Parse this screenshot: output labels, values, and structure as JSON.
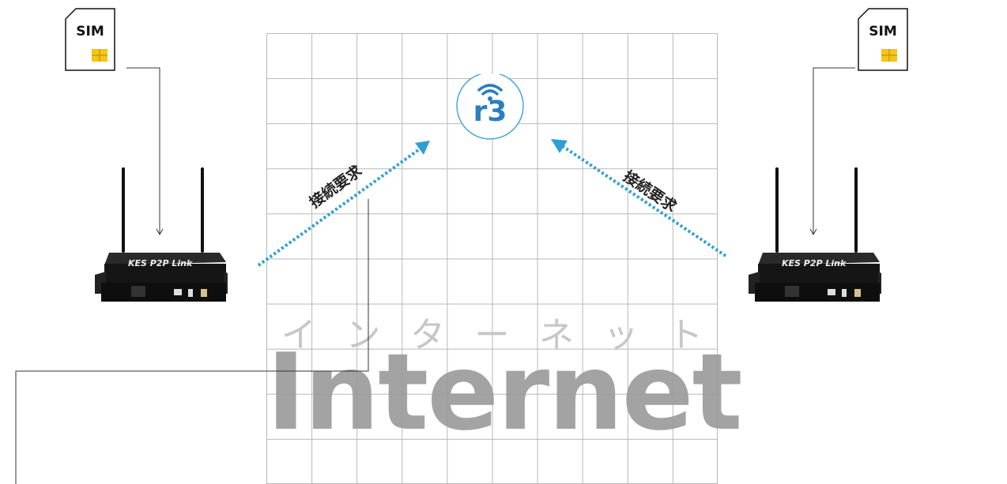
{
  "sim_left": {
    "label": "SIM"
  },
  "sim_right": {
    "label": "SIM"
  },
  "router_left": {
    "brand": "KES P2P Link"
  },
  "router_right": {
    "brand": "KES P2P Link"
  },
  "server": {
    "logo_text": "r3"
  },
  "arrow_left": {
    "label": "接続要求"
  },
  "arrow_right": {
    "label": "接続要求"
  },
  "internet": {
    "jp_chars": [
      "イ",
      "ン",
      "タ",
      "ー",
      "ネ",
      "ッ",
      "ト"
    ],
    "en": "Internet"
  },
  "colors": {
    "arrow": "#2f9fd3",
    "logo": "#2a7fc0",
    "chip": "#f5c518"
  }
}
